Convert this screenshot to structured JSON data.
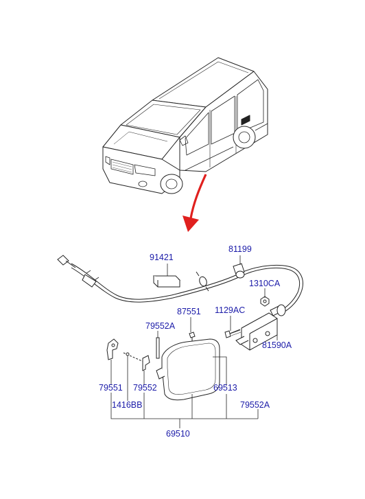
{
  "parts": {
    "p91421": "91421",
    "p81199": "81199",
    "p1310CA": "1310CA",
    "p87551": "87551",
    "p1129AC": "1129AC",
    "p79552A_top": "79552A",
    "p81590A": "81590A",
    "p79551": "79551",
    "p79552": "79552",
    "p69513": "69513",
    "p1416BB": "1416BB",
    "p79552A_bottom": "79552A",
    "p69510": "69510"
  },
  "colors": {
    "label": "#1a1aa8",
    "arrow": "#e0201e",
    "line": "#222222"
  }
}
